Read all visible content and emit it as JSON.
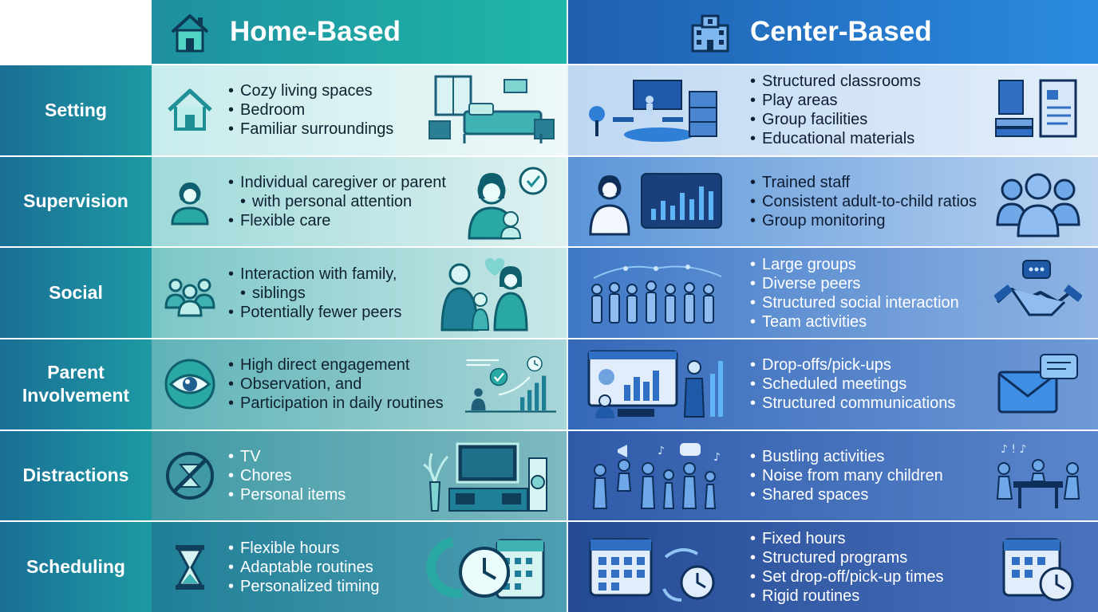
{
  "columns": {
    "home": {
      "title": "Home-Based",
      "icon": "house-icon"
    },
    "center": {
      "title": "Center-Based",
      "icon": "school-building-icon"
    }
  },
  "rows": [
    {
      "label": "Setting",
      "home": {
        "icon": "house-outline-icon",
        "illustration": "bedroom-illustration",
        "items": [
          "Cozy living spaces",
          "Bedroom",
          "Familiar surroundings"
        ]
      },
      "center": {
        "icon": "classroom-illustration",
        "illustration": "books-illustration",
        "items": [
          "Structured classrooms",
          "Play areas",
          "Group facilities",
          "Educational materials"
        ]
      }
    },
    {
      "label": "Supervision",
      "home": {
        "icon": "caregiver-icon",
        "illustration": "parent-child-illustration",
        "items": [
          "Individual caregiver or parent",
          "with personal attention",
          "Flexible care"
        ]
      },
      "center": {
        "icon": "staff-monitor-illustration",
        "illustration": "group-people-icon",
        "items": [
          "Trained staff",
          "Consistent adult-to-child ratios",
          "Group monitoring"
        ]
      }
    },
    {
      "label": "Social",
      "home": {
        "icon": "family-group-icon",
        "illustration": "family-illustration",
        "items": [
          "Interaction with family,",
          "siblings",
          "Potentially fewer peers"
        ]
      },
      "center": {
        "icon": "crowd-network-illustration",
        "illustration": "handshake-chat-icon",
        "items": [
          "Large groups",
          "Diverse peers",
          "Structured social interaction",
          "Team activities"
        ]
      }
    },
    {
      "label": "Parent Involvement",
      "home": {
        "icon": "eye-icon",
        "illustration": "engagement-chart-illustration",
        "items": [
          "High direct engagement",
          "Observation, and",
          "Participation in daily routines"
        ]
      },
      "center": {
        "icon": "presentation-illustration",
        "illustration": "envelope-message-icon",
        "items": [
          "Drop-offs/pick-ups",
          "Scheduled meetings",
          "Structured communications"
        ]
      }
    },
    {
      "label": "Distractions",
      "home": {
        "icon": "no-distraction-icon",
        "illustration": "tv-appliances-illustration",
        "items": [
          "TV",
          "Chores",
          "Personal items"
        ]
      },
      "center": {
        "icon": "busy-children-illustration",
        "illustration": "noisy-table-illustration",
        "items": [
          "Bustling activities",
          "Noise from many children",
          "Shared spaces"
        ]
      }
    },
    {
      "label": "Scheduling",
      "home": {
        "icon": "hourglass-icon",
        "illustration": "clock-calendar-illustration",
        "items": [
          "Flexible hours",
          "Adaptable routines",
          "Personalized timing"
        ]
      },
      "center": {
        "icon": "calendar-cycle-illustration",
        "illustration": "calendar-clock-icon",
        "items": [
          "Fixed hours",
          "Structured programs",
          "Set drop-off/pick-up times",
          "Rigid routines"
        ]
      }
    }
  ],
  "colors": {
    "teal": "#1fb7a8",
    "blue": "#2a8be0",
    "navy": "#1f5fae"
  }
}
